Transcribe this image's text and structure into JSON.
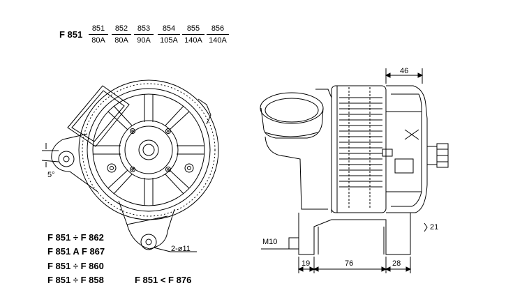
{
  "header": {
    "model": "F 851",
    "variants": [
      {
        "code": "851",
        "current": "80A"
      },
      {
        "code": "852",
        "current": "80A"
      },
      {
        "code": "853",
        "current": "90A"
      },
      {
        "code": "854",
        "current": "105A"
      },
      {
        "code": "855",
        "current": "140A"
      },
      {
        "code": "856",
        "current": "140A"
      }
    ]
  },
  "replacements": [
    {
      "text": "F 851 ÷ F 862"
    },
    {
      "text": "F 851 A F 867"
    },
    {
      "text": "F 851 ÷ F 860"
    },
    {
      "text": "F 851 ÷ F 858"
    },
    {
      "text": "F 851 < F 876"
    }
  ],
  "dimensions": {
    "angle": "5°",
    "holes": "2-ø11",
    "top_width": "46",
    "bottom_left": "19",
    "bottom_mid": "76",
    "bottom_right": "28",
    "side_right": "21",
    "thread": "M10"
  }
}
